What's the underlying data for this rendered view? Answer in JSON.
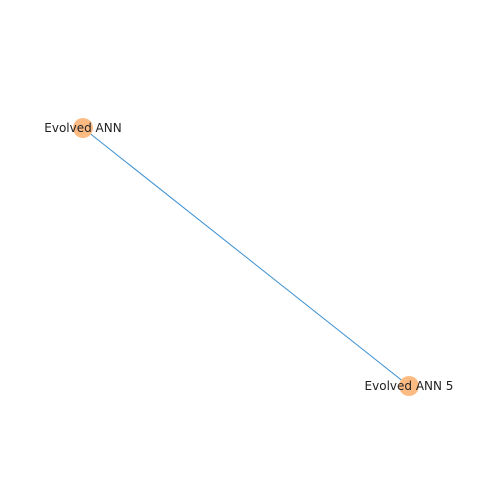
{
  "graph": {
    "node_color": "#fdbb84",
    "edge_color": "#3a8fd0",
    "nodes": [
      {
        "id": "n1",
        "label": "Evolved ANN"
      },
      {
        "id": "n2",
        "label": "Evolved ANN 5"
      }
    ],
    "edges": [
      {
        "source": "n1",
        "target": "n2"
      }
    ]
  }
}
